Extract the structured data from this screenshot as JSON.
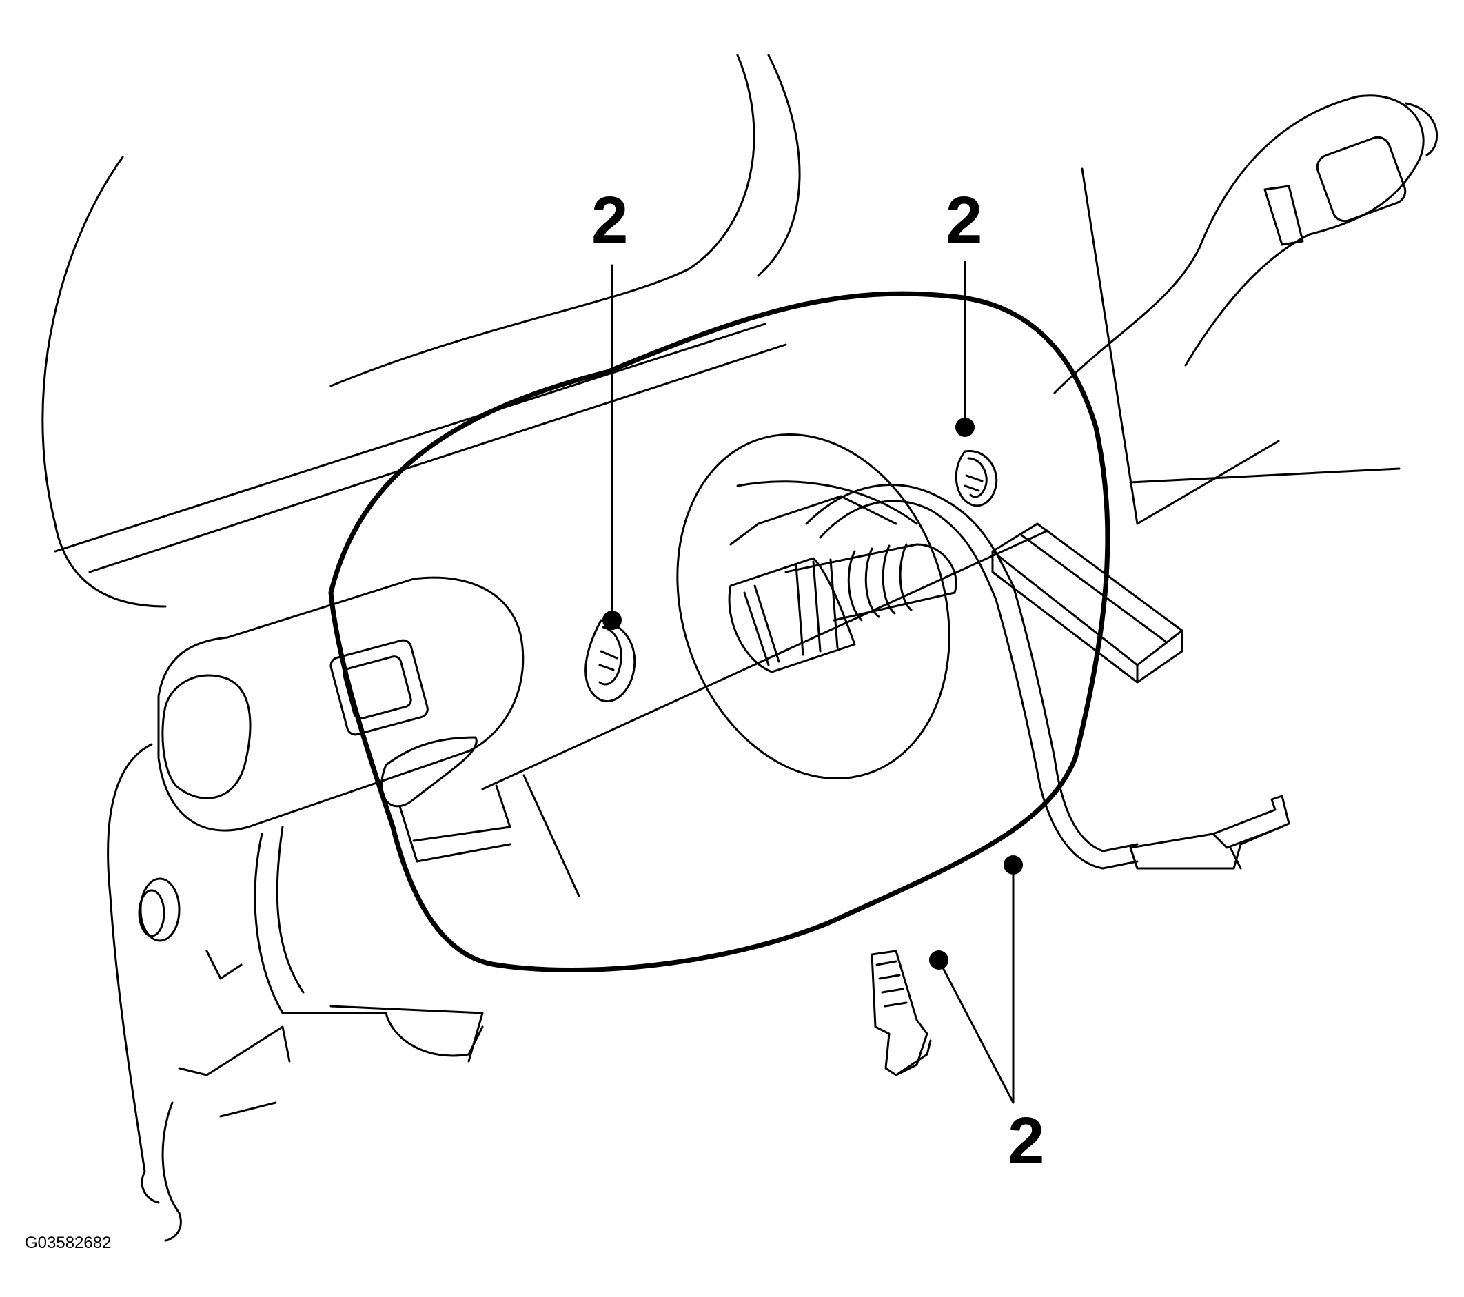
{
  "figure_id": "G03582682",
  "callouts": [
    {
      "label": "2",
      "target": "upper-left-screw"
    },
    {
      "label": "2",
      "target": "upper-right-screw"
    },
    {
      "label": "2",
      "target": "lower-screw"
    }
  ],
  "colors": {
    "line": "#000000",
    "background": "#ffffff"
  }
}
